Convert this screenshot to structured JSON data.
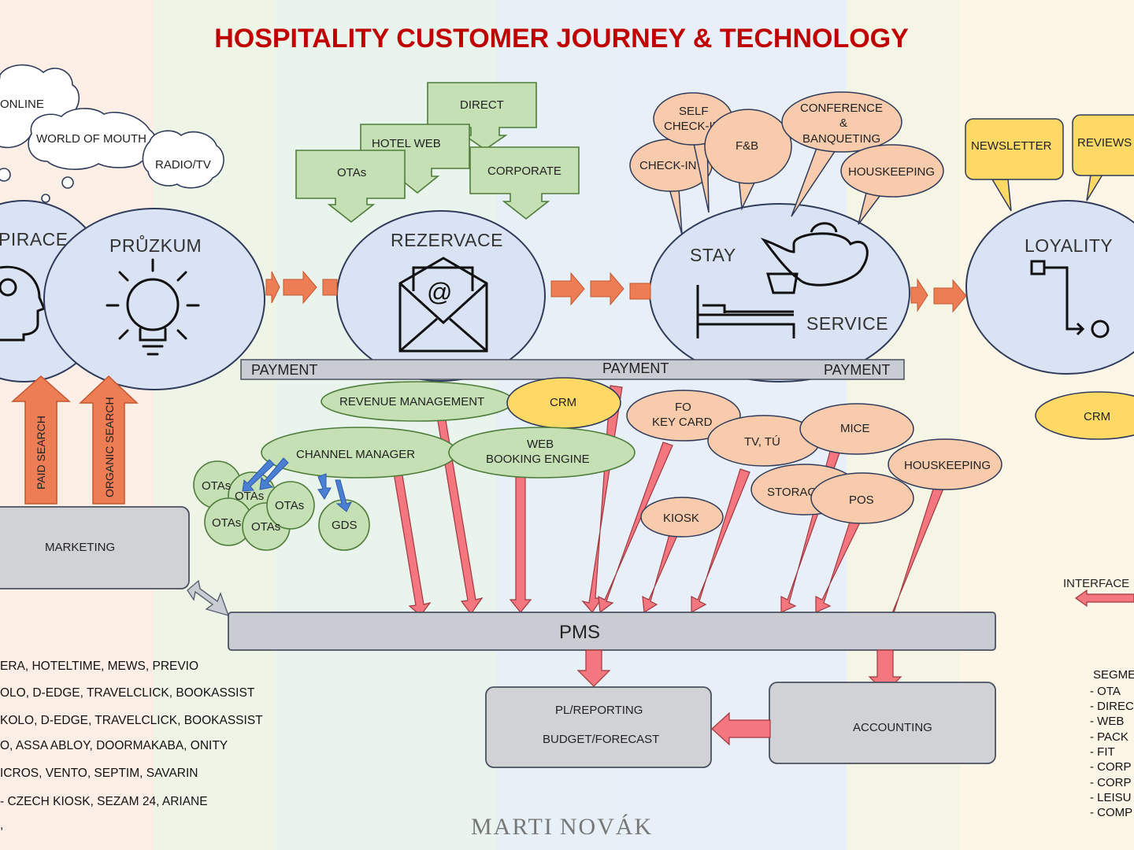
{
  "title": "HOSPITALITY CUSTOMER JOURNEY & TECHNOLOGY",
  "colors": {
    "title": "#c00000",
    "stage_fill": "#dae3f3",
    "stage_stroke": "#2f3b5a",
    "arrow_orange": "#ed7d55",
    "green_fill": "#c5e0b4",
    "salmon_fill": "#f8cbad",
    "yellow_fill": "#ffd966",
    "gray_fill": "#d0d2d6",
    "pink_arrow": "#f4777f"
  },
  "stages": {
    "inspirace": "PIRACE",
    "pruzkum": "PRŮZKUM",
    "rezervace": "REZERVACE",
    "stay": "STAY",
    "service": "SERVICE",
    "loyalty": "LOYALITY"
  },
  "clouds": {
    "online": "ONLINE",
    "wom": "WORLD OF MOUTH",
    "radio": "RADIO/TV"
  },
  "booking_channels": {
    "direct": "DIRECT",
    "hotel_web": "HOTEL WEB",
    "otas": "OTAs",
    "corporate": "CORPORATE"
  },
  "stay_bubbles": {
    "self_checkin_1": "SELF",
    "self_checkin_2": "CHECK-IN",
    "fb": "F&B",
    "conf_1": "CONFERENCE",
    "conf_2": "&",
    "conf_3": "BANQUETING",
    "checkin": "CHECK-IN",
    "housekeeping": "HOUSKEEPING"
  },
  "loyalty_bubbles": {
    "newsletter": "NEWSLETTER",
    "reviews": "REVIEWS"
  },
  "payment_labels": [
    "PAYMENT",
    "PAYMENT",
    "PAYMENT"
  ],
  "search": {
    "paid": "PAID SEARCH",
    "organic": "ORGANIC SEARCH"
  },
  "systems": {
    "revenue": "REVENUE MANAGEMENT",
    "crm": "CRM",
    "channel": "CHANNEL MANAGER",
    "web_1": "WEB",
    "web_2": "BOOKING ENGINE",
    "fo_1": "FO",
    "fo_2": "KEY CARD",
    "tv": "TV, TÚ",
    "mice": "MICE",
    "housekeeping": "HOUSKEEPING",
    "storage": "STORAGE",
    "pos": "POS",
    "kiosk": "KIOSK",
    "crm_right": "CRM",
    "interface": "INTERFACE"
  },
  "ota_circles": [
    "OTAs",
    "OTAs",
    "OTAs",
    "OTAs",
    "OTAs",
    "GDS"
  ],
  "boxes": {
    "marketing": "MARKETING",
    "pms": "PMS",
    "reporting_1": "PL/REPORTING",
    "reporting_2": "BUDGET/FORECAST",
    "accounting": "ACCOUNTING"
  },
  "vendor_list": [
    "ERA, HOTELTIME, MEWS, PREVIO",
    "OLO, D-EDGE, TRAVELCLICK, BOOKASSIST",
    "KOLO, D-EDGE, TRAVELCLICK, BOOKASSIST",
    "O, ASSA ABLOY, DOORMAKABA, ONITY",
    "ICROS, VENTO, SEPTIM, SAVARIN",
    "- CZECH KIOSK, SEZAM 24, ARIANE",
    ","
  ],
  "segments": {
    "title": "SEGME",
    "items": [
      "- OTA",
      "- DIREC",
      "- WEB",
      "- PACK",
      "- FIT",
      "- CORP",
      "- CORP",
      "- LEISU",
      "- COMP"
    ]
  },
  "author": "MARTI NOVÁK"
}
